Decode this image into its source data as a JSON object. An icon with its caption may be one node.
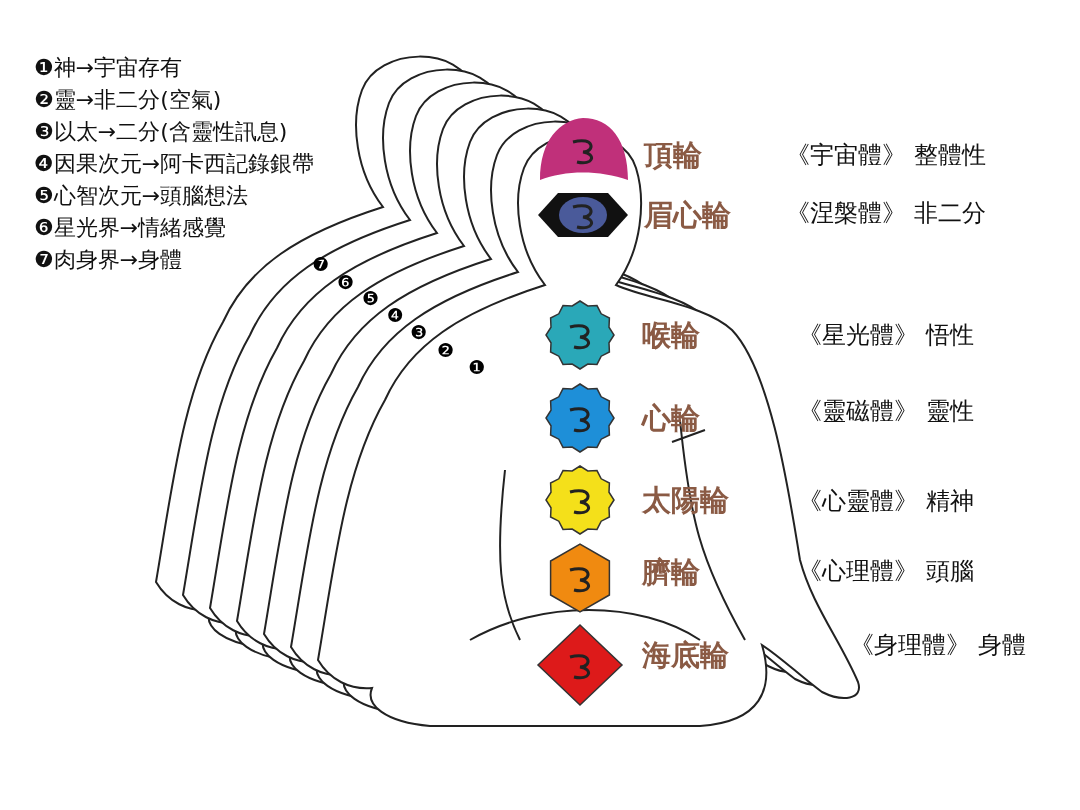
{
  "diagram": {
    "labels": [
      "❶神→宇宙存有",
      "❷靈→非二分(空氣)",
      "❸以太→二分(含靈性訊息)",
      "❹因果次元→阿卡西記錄銀帶",
      "❺心智次元→頭腦想法",
      "❻星光界→情緒感覺",
      "❼肉身界→身體",
      "頂輪",
      "《宇宙體》 整體性",
      "眉心輪",
      "《涅槃體》 非二分",
      "❼",
      "❻",
      "❺",
      "❹",
      "❸",
      "❷",
      "❶",
      "喉輪",
      "《星光體》 悟性",
      "心輪",
      "《靈磁體》 靈性",
      "太陽輪",
      "《心靈體》 精神",
      "臍輪",
      "《心理體》 頭腦",
      "海底輪",
      "《身理體》 身體"
    ]
  }
}
